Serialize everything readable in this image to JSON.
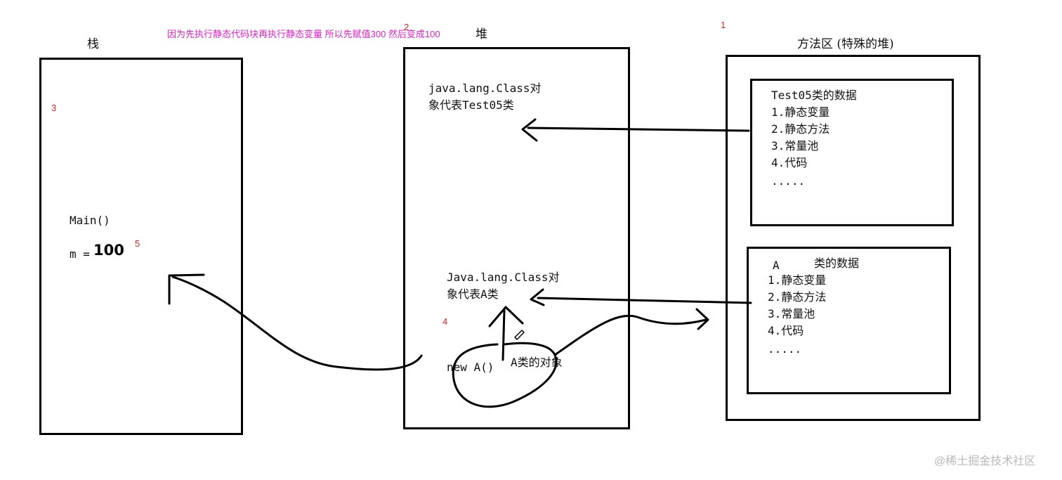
{
  "regions": {
    "stack_title": "栈",
    "heap_title": "堆",
    "method_area_title": "方法区 (特殊的堆)"
  },
  "annotation": {
    "text": "因为先执行静态代码块再执行静态变量 所以先赋值300 然后变成100"
  },
  "step_numbers": {
    "one": "1",
    "two": "2",
    "three": "3",
    "four": "4",
    "five": "5"
  },
  "stack": {
    "main": "Main()",
    "m_prefix": "m =",
    "m_value": "100"
  },
  "heap": {
    "class_obj_test05_line1": "java.lang.Class对",
    "class_obj_test05_line2": "象代表Test05类",
    "class_obj_a_line1": "Java.lang.Class对",
    "class_obj_a_line2": "象代表A类",
    "new_a": "new A()",
    "a_object": "A类的对象"
  },
  "method_area": {
    "test05_box": {
      "title": "Test05类的数据",
      "items": [
        "1.静态变量",
        "2.静态方法",
        "3.常量池",
        "4.代码",
        "....."
      ]
    },
    "a_box": {
      "title_a": "A",
      "title_rest": "类的数据",
      "items": [
        "1.静态变量",
        "2.静态方法",
        "3.常量池",
        "4.代码",
        "....."
      ]
    }
  },
  "watermark": "@稀土掘金技术社区",
  "colors": {
    "ink": "#000000",
    "step_number": "#e02020",
    "annotation": "#e020c8",
    "watermark": "#b8b8b8"
  }
}
